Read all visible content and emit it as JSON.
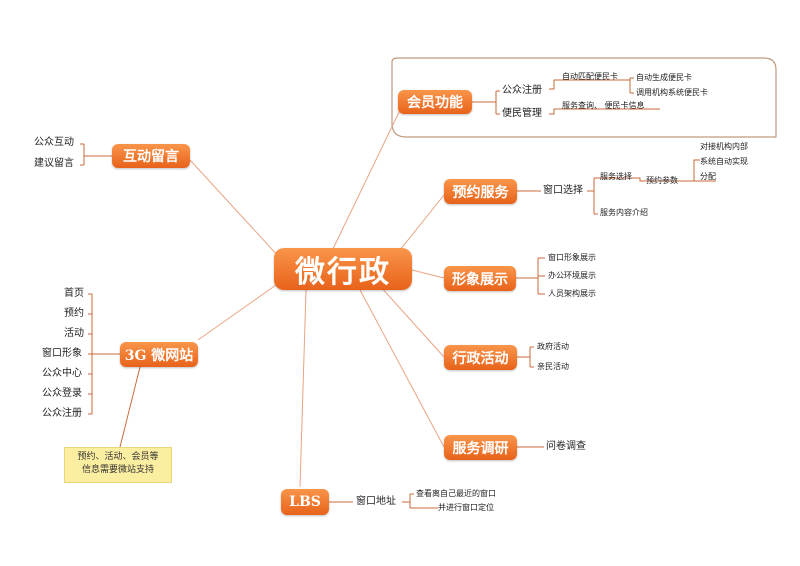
{
  "center": "微行政",
  "branches": {
    "member": {
      "title": "会员功能",
      "children": [
        {
          "label": "公众注册",
          "children": [
            {
              "label": "自动匹配便民卡",
              "children": [
                "自动生成便民卡",
                "调用机构系统便民卡"
              ]
            }
          ]
        },
        {
          "label": "便民管理",
          "children": [
            {
              "label": "服务查询、 便民卡信息"
            }
          ]
        }
      ]
    },
    "message": {
      "title": "互动留言",
      "children": [
        "公众互动",
        "建议留言"
      ]
    },
    "booking": {
      "title": "预约服务",
      "children": [
        {
          "label": "窗口选择",
          "children": [
            {
              "label": "服务选择",
              "children": [
                {
                  "label": "预约参数",
                  "children": [
                    {
                      "label": "对接机构内部系统自动实现分配",
                      "lines": [
                        "对接机构内部",
                        "系统自动实现",
                        "分配"
                      ]
                    }
                  ]
                }
              ]
            },
            {
              "label": "服务内容介绍"
            }
          ]
        }
      ]
    },
    "image": {
      "title": "形象展示",
      "children": [
        "窗口形象展示",
        "办公环境展示",
        "人员架构展示"
      ]
    },
    "admin": {
      "title": "行政活动",
      "children": [
        "政府活动",
        "亲民活动"
      ]
    },
    "survey": {
      "title": "服务调研",
      "children": [
        "问卷调查"
      ]
    },
    "lbs": {
      "title": "LBS",
      "children": [
        {
          "label": "窗口地址",
          "children": [
            {
              "label": "查看离自己最近的窗口并进行窗口定位",
              "lines": [
                "查看离自己最近的窗口",
                "并进行窗口定位"
              ]
            }
          ]
        }
      ]
    },
    "site": {
      "title": "3G 微网站",
      "children": [
        "首页",
        "预约",
        "活动",
        "窗口形象",
        "公众中心",
        "公众登录",
        "公众注册"
      ],
      "note": "预约、活动、会员等信息需要微站支持",
      "note_lines": [
        "预约、活动、会员等",
        "信息需要微站支持"
      ]
    }
  }
}
